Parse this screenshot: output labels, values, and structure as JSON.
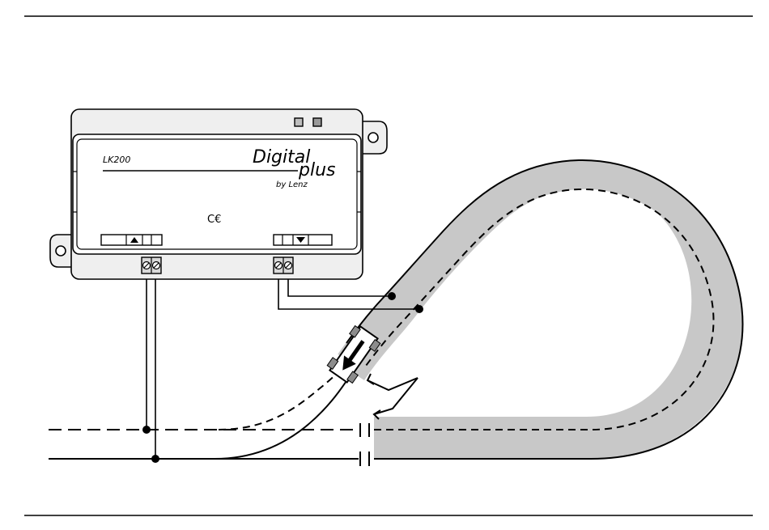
{
  "device": {
    "model": "LK200",
    "brand_main": "Digital",
    "brand_sub": "plus",
    "brand_by": "by Lenz",
    "certification": "C€"
  },
  "colors": {
    "line": "#000000",
    "housing": "#efefef",
    "track_fill": "#c8c8c8",
    "terminal": "#d9d9d9",
    "locomotive": "#8c8c8c"
  },
  "icons": {
    "left_connector": "arrow-up-icon",
    "right_connector": "arrow-down-icon",
    "direction": "arrow-icon"
  }
}
